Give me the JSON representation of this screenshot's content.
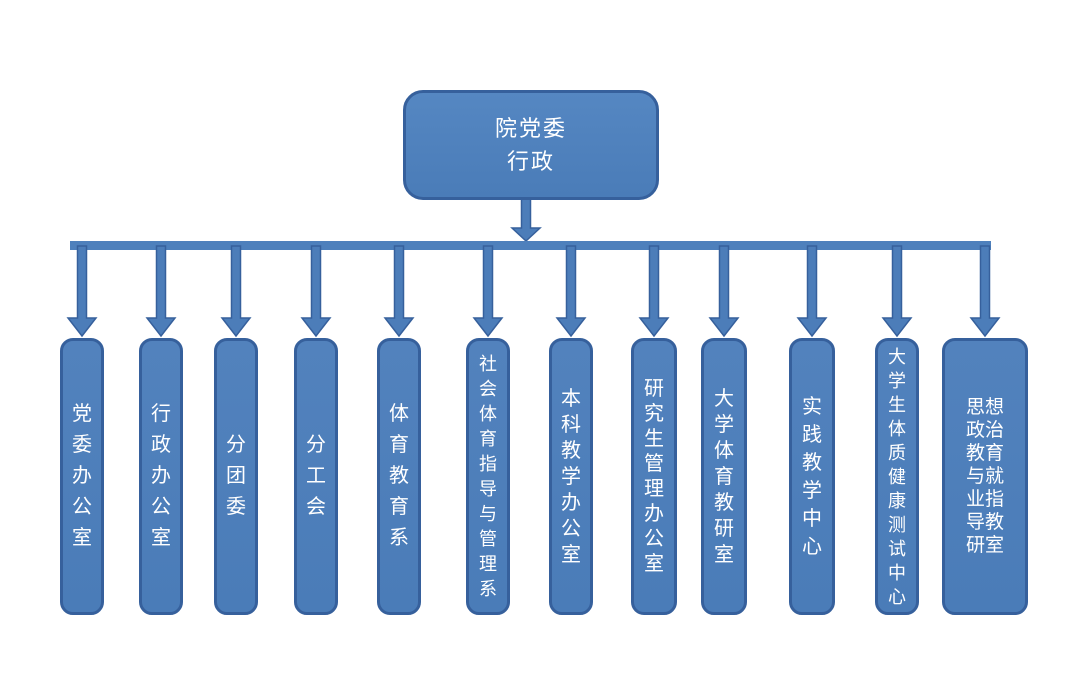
{
  "root": {
    "label": "院党委\n行政"
  },
  "departments": [
    {
      "label": "党委办公室"
    },
    {
      "label": "行政办公室"
    },
    {
      "label": "分团委"
    },
    {
      "label": "分工会"
    },
    {
      "label": "体育教育系"
    },
    {
      "label": "社会体育指导与管理系"
    },
    {
      "label": "本科教学办公室"
    },
    {
      "label": "研究生管理办公室"
    },
    {
      "label": "大学体育教研室"
    },
    {
      "label": "实践教学中心"
    },
    {
      "label": "大学生体质健康测试中心"
    },
    {
      "label": "思想政治教育与就业指导教研室"
    }
  ],
  "colors": {
    "box_fill": "#4e80bc",
    "box_border": "#36609c",
    "connector_fill": "#4c7db9",
    "connector_border": "#36609c",
    "trunk_bar": "#4e80bc",
    "text": "#ffffff",
    "background": "#ffffff"
  }
}
